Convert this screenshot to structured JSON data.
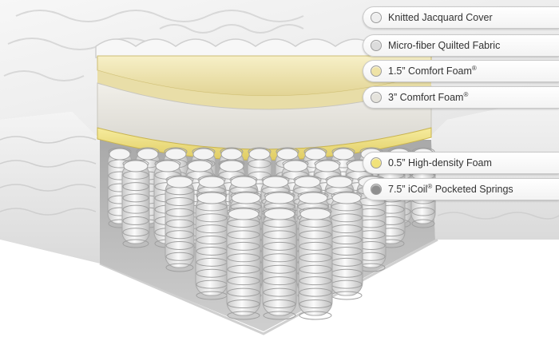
{
  "labels": [
    {
      "text": "Knitted Jacquard Cover",
      "sup": "",
      "after": "",
      "color": "#eeeeee"
    },
    {
      "text": "Micro-fiber Quilted Fabric",
      "sup": "",
      "after": "",
      "color": "#dcdcdc"
    },
    {
      "text": "1.5” Comfort Foam",
      "sup": "®",
      "after": "",
      "color": "#efe3a6"
    },
    {
      "text": "3” Comfort Foam",
      "sup": "®",
      "after": "",
      "color": "#e5e3dc"
    },
    {
      "text": "0.5” High-density Foam",
      "sup": "",
      "after": "",
      "color": "#f1e27a"
    },
    {
      "text": "7.5” iCoil",
      "sup": "®",
      "after": " Pocketed Springs",
      "color": "#8e8e8e"
    }
  ],
  "colors": {
    "cover": "#ececec",
    "quilt": "#f4f4f4",
    "comfort_foam_1_5": "#f0e6b4",
    "comfort_foam_3": "#e6e4de",
    "high_density_foam": "#efe08a",
    "springs": "#dcdcdc",
    "background": "#ffffff"
  }
}
